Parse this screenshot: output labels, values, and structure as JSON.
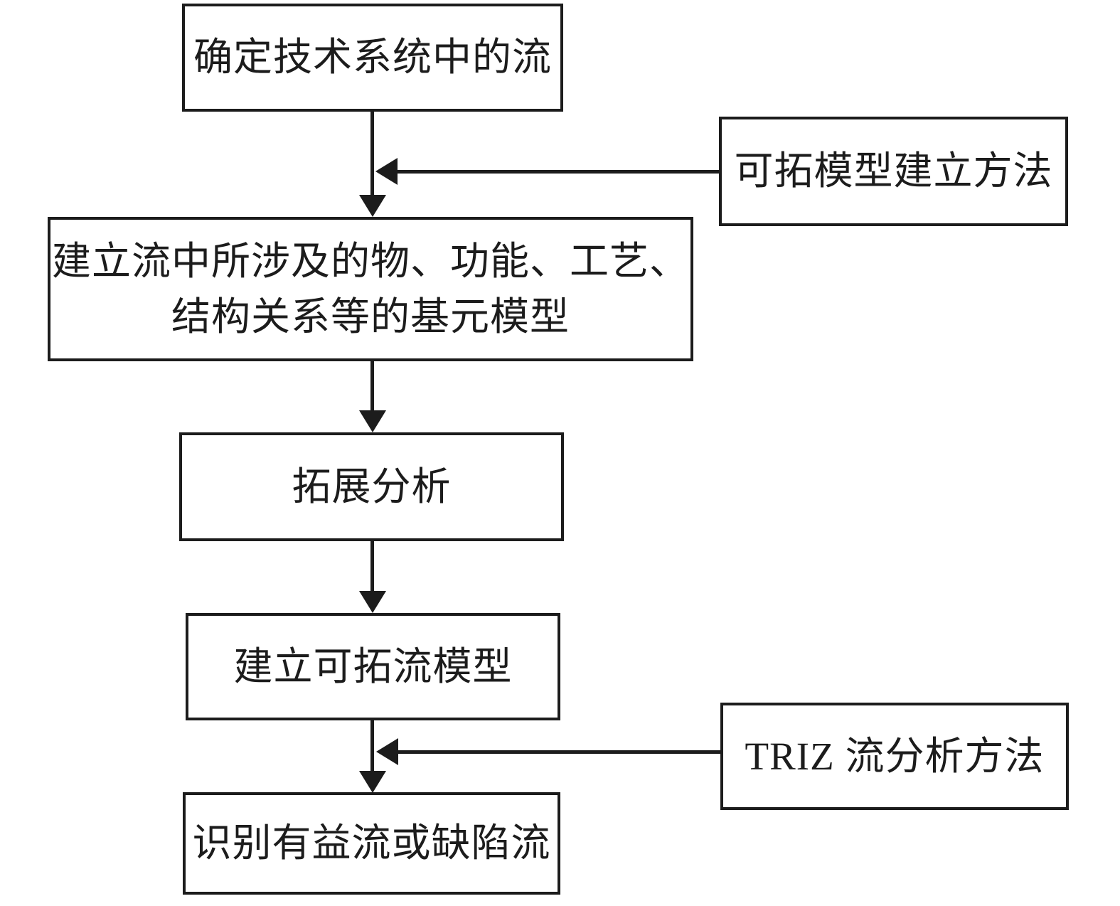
{
  "diagram": {
    "type": "flowchart",
    "background_color": "#ffffff",
    "line_color": "#1c1c1c",
    "boxes": {
      "step1": {
        "label": "确定技术系统中的流"
      },
      "step2": {
        "line1": "建立流中所涉及的物、功能、工艺、",
        "line2": "结构关系等的基元模型"
      },
      "step3": {
        "label": "拓展分析"
      },
      "step4": {
        "label": "建立可拓流模型"
      },
      "step5": {
        "label": "识别有益流或缺陷流"
      },
      "side1": {
        "label": "可拓模型建立方法"
      },
      "side2": {
        "label": "TRIZ 流分析方法"
      }
    },
    "connections": [
      {
        "from": "step1",
        "to": "step2",
        "kind": "arrow-down"
      },
      {
        "from": "side1",
        "to": "connector-step1-step2",
        "kind": "arrow-left"
      },
      {
        "from": "step2",
        "to": "step3",
        "kind": "arrow-down"
      },
      {
        "from": "step3",
        "to": "step4",
        "kind": "arrow-down"
      },
      {
        "from": "step4",
        "to": "step5",
        "kind": "arrow-down"
      },
      {
        "from": "side2",
        "to": "connector-step4-step5",
        "kind": "arrow-left"
      }
    ]
  }
}
